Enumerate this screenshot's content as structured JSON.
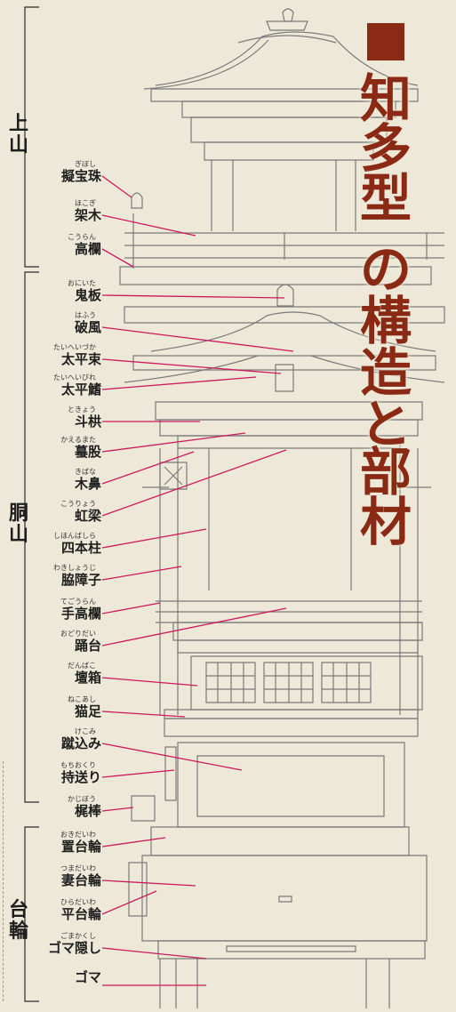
{
  "title_chars": [
    "知",
    "多",
    "型",
    "の",
    "構",
    "造",
    "と",
    "部",
    "材"
  ],
  "sections": [
    {
      "label": "上山"
    },
    {
      "label": "胴山"
    },
    {
      "label": "台輪"
    }
  ],
  "terms": [
    {
      "ruby": "ぎぼし",
      "name": "擬宝珠"
    },
    {
      "ruby": "ほこぎ",
      "name": "架木"
    },
    {
      "ruby": "こうらん",
      "name": "高欄"
    },
    {
      "ruby": "おにいた",
      "name": "鬼板"
    },
    {
      "ruby": "はふう",
      "name": "破風"
    },
    {
      "ruby": "たいへいづか",
      "name": "太平束"
    },
    {
      "ruby": "たいへいびれ",
      "name": "太平鰭"
    },
    {
      "ruby": "ときょう",
      "name": "斗栱"
    },
    {
      "ruby": "かえるまた",
      "name": "蟇股"
    },
    {
      "ruby": "きばな",
      "name": "木鼻"
    },
    {
      "ruby": "こうりょう",
      "name": "虹梁"
    },
    {
      "ruby": "しほんばしら",
      "name": "四本柱"
    },
    {
      "ruby": "わきしょうじ",
      "name": "脇障子"
    },
    {
      "ruby": "てごうらん",
      "name": "手高欄"
    },
    {
      "ruby": "おどりだい",
      "name": "踊台"
    },
    {
      "ruby": "だんばこ",
      "name": "壇箱"
    },
    {
      "ruby": "ねこあし",
      "name": "猫足"
    },
    {
      "ruby": "けこみ",
      "name": "蹴込み"
    },
    {
      "ruby": "もちおくり",
      "name": "持送り"
    },
    {
      "ruby": "かじぼう",
      "name": "梶棒"
    },
    {
      "ruby": "おきだいわ",
      "name": "置台輪"
    },
    {
      "ruby": "つまだいわ",
      "name": "妻台輪"
    },
    {
      "ruby": "ひらだいわ",
      "name": "平台輪"
    },
    {
      "ruby": "ごまかくし",
      "name": "ゴマ隠し"
    },
    {
      "ruby": "",
      "name": "ゴマ"
    }
  ],
  "colors": {
    "background": "#ede8d8",
    "accent": "#8b2a14",
    "leader": "#cc1a5e",
    "drawing": "#7a7a7a",
    "text": "#1e1e1e"
  }
}
